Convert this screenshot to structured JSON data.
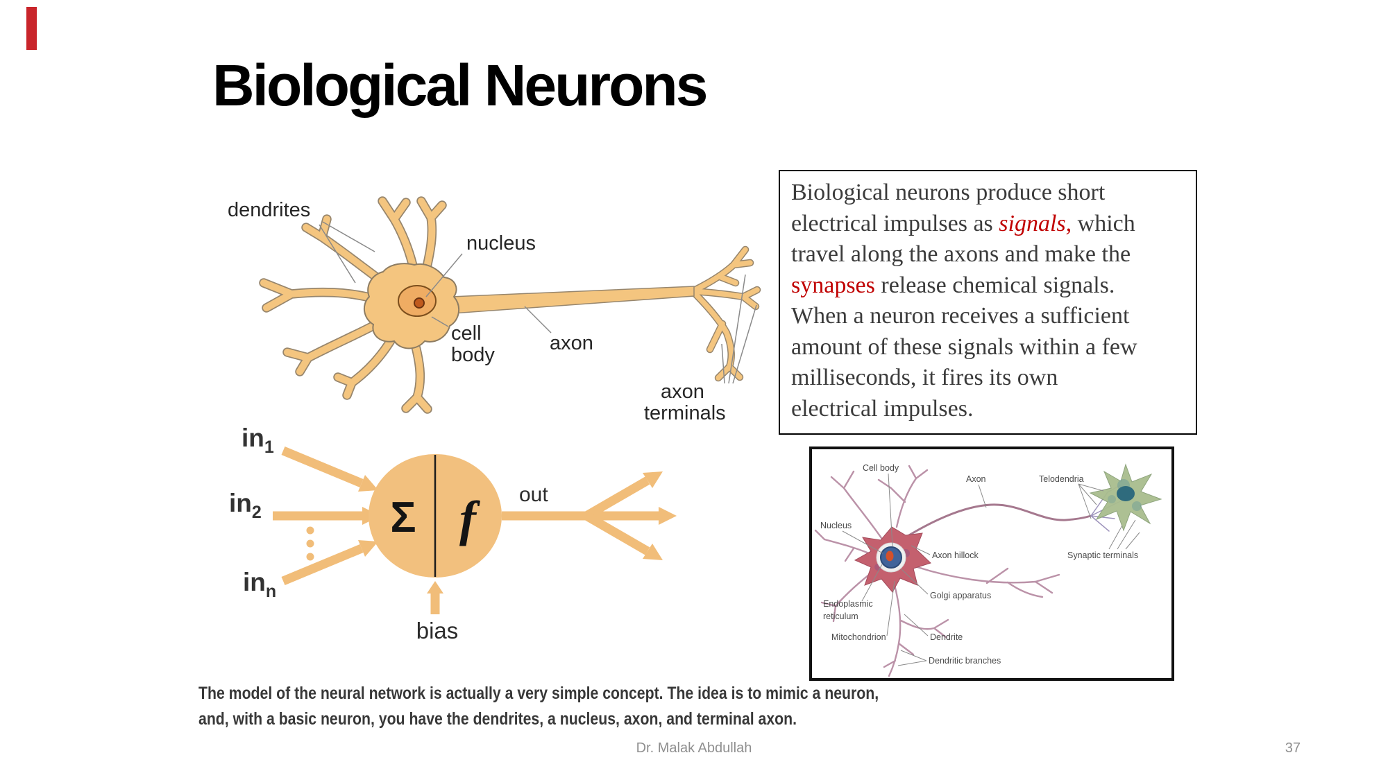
{
  "slide": {
    "title": "Biological Neurons",
    "accent_color": "#c9252b",
    "caption_line1": "The model of the neural network is actually a very simple concept. The idea is to mimic a neuron,",
    "caption_line2": "and, with a basic neuron, you have the dendrites, a nucleus, axon, and terminal axon.",
    "footer": {
      "author": "Dr. Malak Abdullah",
      "page_number": "37"
    }
  },
  "bio_neuron": {
    "labels": {
      "dendrites": "dendrites",
      "nucleus": "nucleus",
      "cell_body_line1": "cell",
      "cell_body_line2": "body",
      "axon": "axon",
      "axon_terminals_line1": "axon",
      "axon_terminals_line2": "terminals"
    },
    "fill_color": "#f4c57f",
    "nucleus_color": "#efac63"
  },
  "artificial_neuron": {
    "input1": {
      "base": "in",
      "sub": "1"
    },
    "input2": {
      "base": "in",
      "sub": "2"
    },
    "inputn": {
      "base": "in",
      "sub": "n"
    },
    "sum_symbol": "Σ",
    "activation_symbol": "f",
    "output_label": "out",
    "bias_label": "bias",
    "node_color": "#f2c07e",
    "arrow_color": "#f1bd79"
  },
  "info_box": {
    "text_color": "#3b3b3b",
    "highlight_color": "#c00000",
    "segments": [
      {
        "text": "Biological neurons produce short\nelectrical impulses as ",
        "style": "normal"
      },
      {
        "text": "signals,",
        "style": "red-italic"
      },
      {
        "text": " which\ntravel along the axons and make the\n",
        "style": "normal"
      },
      {
        "text": "synapses",
        "style": "red"
      },
      {
        "text": " release chemical signals.\nWhen a neuron receives a sufficient\namount of these signals within a few\nmilliseconds, it fires its own\nelectrical impulses.",
        "style": "normal"
      }
    ]
  },
  "anatomy_figure": {
    "labels": {
      "cell_body": "Cell body",
      "axon": "Axon",
      "telodendria": "Telodendria",
      "nucleus": "Nucleus",
      "axon_hillock": "Axon hillock",
      "synaptic_terminals": "Synaptic terminals",
      "golgi_apparatus": "Golgi apparatus",
      "endoplasmic_line1": "Endoplasmic",
      "endoplasmic_line2": "reticulum",
      "mitochondrion": "Mitochondrion",
      "dendrite": "Dendrite",
      "dendritic_branches": "Dendritic branches"
    }
  }
}
